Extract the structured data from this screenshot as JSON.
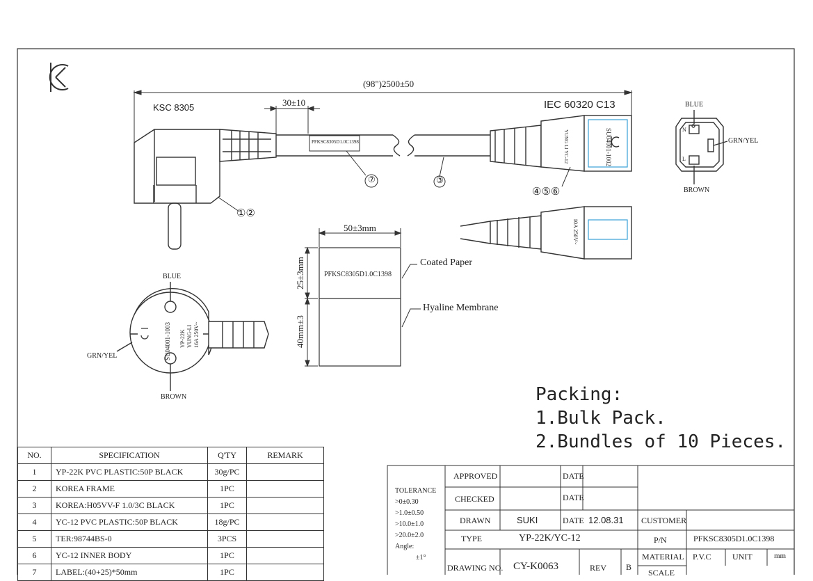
{
  "logo": {
    "mark": "KC"
  },
  "dimensions": {
    "overall_length": "(98\")2500±50",
    "strip_length": "30±10",
    "label_width": "50±3mm",
    "coated_height": "25±3mm",
    "membrane_height": "40mm±3"
  },
  "labels": {
    "plug_standard": "KSC 8305",
    "connector_standard": "IEC 60320 C13",
    "cable_print": "PFKSC8305D1.0C1398",
    "label_text": "PFKSC8305D1.0C1398",
    "coated_paper": "Coated Paper",
    "hyaline_membrane": "Hyaline Membrane",
    "conn_cert_1": "SU04001",
    "conn_cert_2": "-1002",
    "conn_brand_1": "YUNG LI",
    "conn_brand_2": "YC-12",
    "conn_rating": "10A 250V~",
    "plug_cert": "SU04001-1003",
    "plug_model": "YP-22K",
    "plug_brand": "YUNG-LI",
    "plug_rating": "16A 250V~"
  },
  "callouts": {
    "plug_parts": "①②",
    "connector_parts": "④⑤⑥",
    "cable": "③",
    "label": "⑦"
  },
  "pin_labels": {
    "blue": "BLUE",
    "brown": "BROWN",
    "grn_yel": "GRN/YEL",
    "n": "N",
    "l": "L"
  },
  "packing": {
    "title": "Packing:",
    "line1": "1.Bulk Pack.",
    "line2": "2.Bundles of 10 Pieces."
  },
  "spec_table": {
    "headers": {
      "no": "NO.",
      "spec": "SPECIFICATION",
      "qty": "Q'TY",
      "remark": "REMARK"
    },
    "rows": [
      {
        "no": "1",
        "spec": "YP-22K PVC PLASTIC:50P BLACK",
        "qty": "30g/PC",
        "remark": ""
      },
      {
        "no": "2",
        "spec": "KOREA FRAME",
        "qty": "1PC",
        "remark": ""
      },
      {
        "no": "3",
        "spec": "KOREA:H05VV-F 1.0/3C BLACK",
        "qty": "1PC",
        "remark": ""
      },
      {
        "no": "4",
        "spec": "YC-12 PVC PLASTIC:50P BLACK",
        "qty": "18g/PC",
        "remark": ""
      },
      {
        "no": "5",
        "spec": "TER:98744BS-0",
        "qty": "3PCS",
        "remark": ""
      },
      {
        "no": "6",
        "spec": "YC-12 INNER BODY",
        "qty": "1PC",
        "remark": ""
      },
      {
        "no": "7",
        "spec": "LABEL:(40+25)*50mm",
        "qty": "1PC",
        "remark": ""
      }
    ]
  },
  "title_block": {
    "tolerance": [
      "TOLERANCE",
      ">0±0.30",
      ">1.0±0.50",
      ">10.0±1.0",
      ">20.0±2.0",
      "Angle:",
      "±1°"
    ],
    "approved_label": "APPROVED",
    "checked_label": "CHECKED",
    "drawn_label": "DRAWN",
    "drawn_value": "SUKI",
    "type_label": "TYPE",
    "type_value": "YP-22K/YC-12",
    "drawing_no_label": "DRAWING NO.",
    "drawing_no_value": "CY-K0063",
    "date_label": "DATE",
    "drawn_date": "12.08.31",
    "rev_label": "REV",
    "rev_value": "B",
    "customer_label": "CUSTOMER",
    "customer_value": "",
    "pn_label": "P/N",
    "pn_value": "PFKSC8305D1.0C1398",
    "material_label": "MATERIAL",
    "material_value": "P.V.C",
    "unit_label": "UNIT",
    "unit_value": "mm",
    "scale_label": "SCALE"
  }
}
